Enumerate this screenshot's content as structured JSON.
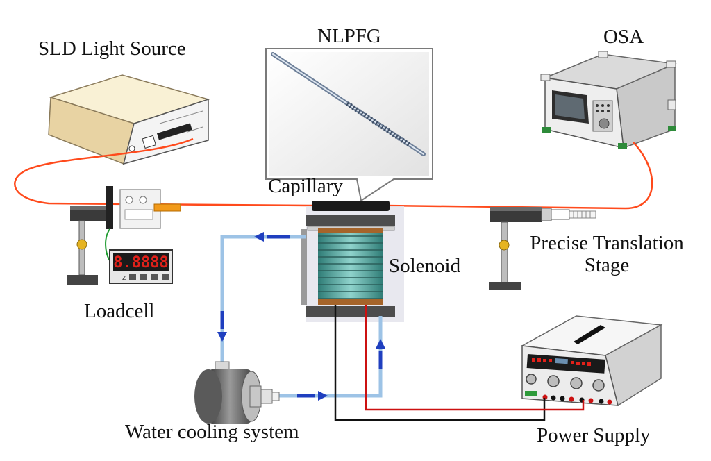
{
  "labels": {
    "sld_light_source": "SLD Light Source",
    "nlpfg": "NLPFG",
    "osa": "OSA",
    "capillary": "Capillary",
    "solenoid": "Solenoid",
    "precise_translation_line1": "Precise Translation",
    "precise_translation_line2": "Stage",
    "loadcell": "Loadcell",
    "water_cooling_system": "Water cooling system",
    "power_supply": "Power Supply"
  },
  "loadcell_display": {
    "reading": "8.8888",
    "key_label": "Z"
  },
  "colors": {
    "fiber": "#ff4a1c",
    "coolant_pipe": "#9dc3e6",
    "flow_arrow": "#1f3fbf",
    "power_positive": "#cc1111",
    "power_negative": "#111111",
    "coil": "#4a9a94",
    "led_display": "#e0211a"
  },
  "icons": [
    "sld-light-source-icon",
    "osa-instrument-icon",
    "grating-fiber-icon",
    "capillary-icon",
    "solenoid-icon",
    "loadcell-icon",
    "loadcell-meter-icon",
    "translation-stage-icon",
    "pump-icon",
    "power-supply-icon"
  ]
}
